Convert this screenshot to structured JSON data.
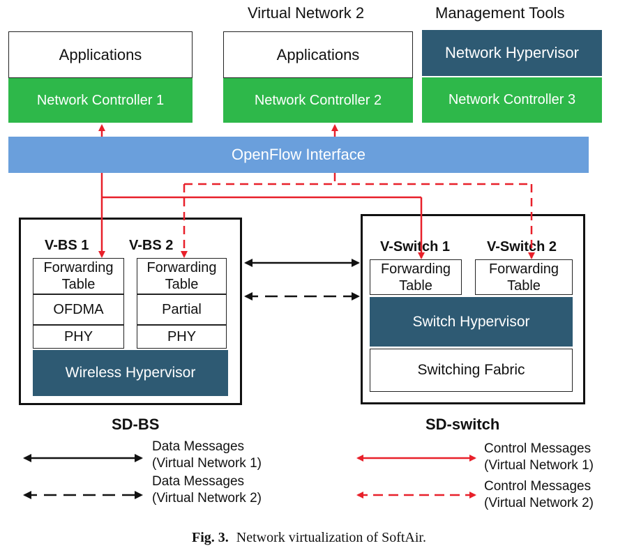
{
  "top": {
    "vn2_title": "Virtual Network 2",
    "mgmt_title": "Management Tools",
    "col1_app": "Applications",
    "col1_ctrl": "Network Controller 1",
    "col2_app": "Applications",
    "col2_ctrl": "Network Controller 2",
    "col3_hyp": "Network Hypervisor",
    "col3_ctrl": "Network Controller 3"
  },
  "openflow": "OpenFlow Interface",
  "sdbs": {
    "label": "SD-BS",
    "vbs1": {
      "title": "V-BS 1",
      "fwd": "Forwarding Table",
      "mac": "OFDMA",
      "phy": "PHY"
    },
    "vbs2": {
      "title": "V-BS 2",
      "fwd": "Forwarding Table",
      "mac": "Partial",
      "phy": "PHY"
    },
    "hypervisor": "Wireless Hypervisor"
  },
  "sdswitch": {
    "label": "SD-switch",
    "vsw1": {
      "title": "V-Switch 1",
      "fwd": "Forwarding Table"
    },
    "vsw2": {
      "title": "V-Switch 2",
      "fwd": "Forwarding Table"
    },
    "hypervisor": "Switch Hypervisor",
    "fabric": "Switching Fabric"
  },
  "legend": {
    "data1_a": "Data Messages",
    "data1_b": "(Virtual Network 1)",
    "data2_a": "Data Messages",
    "data2_b": "(Virtual Network 2)",
    "ctrl1_a": "Control Messages",
    "ctrl1_b": "(Virtual Network 1)",
    "ctrl2_a": "Control Messages",
    "ctrl2_b": "(Virtual Network 2)"
  },
  "caption": {
    "label": "Fig. 3.",
    "text": "Network virtualization of SoftAir."
  },
  "colors": {
    "green": "#2eb84a",
    "navy": "#2e5a73",
    "blue": "#6a9fdc",
    "red": "#e8202a"
  }
}
